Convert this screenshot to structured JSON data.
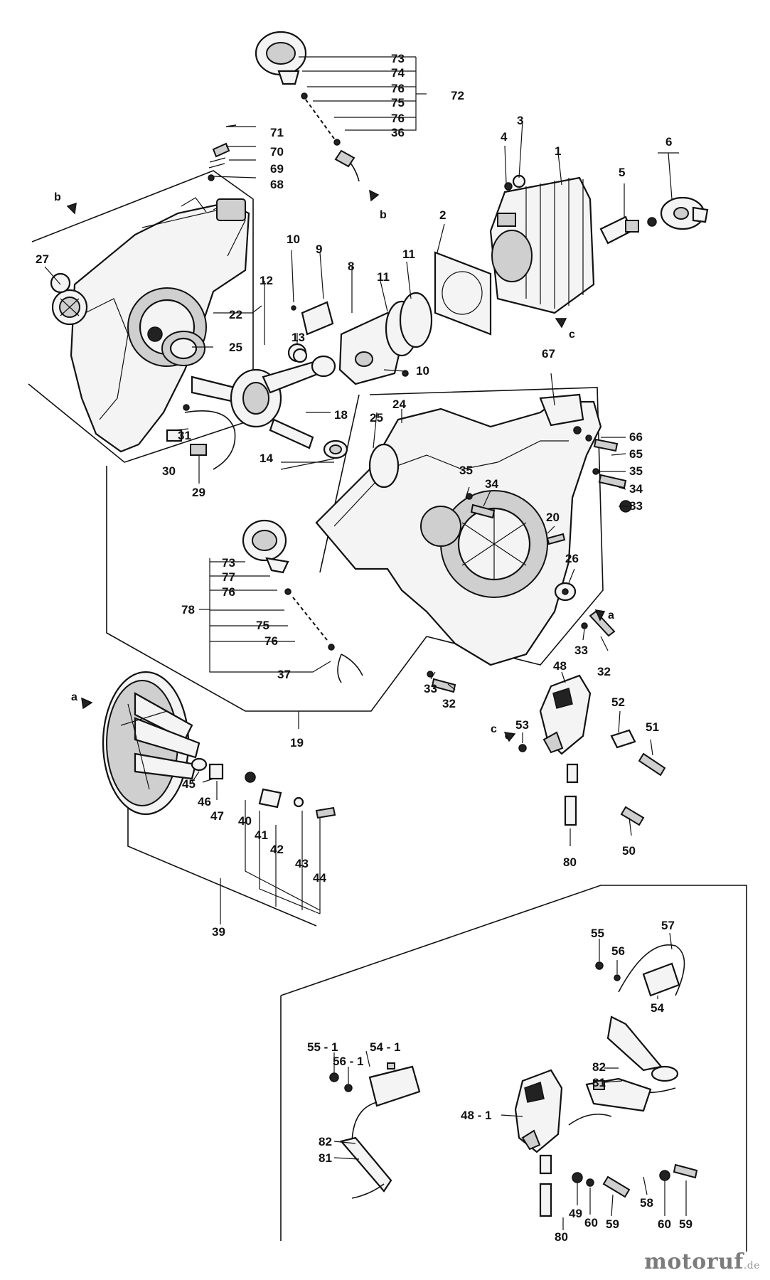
{
  "labels": {
    "p73a": "73",
    "p74": "74",
    "p76a": "76",
    "p75a": "75",
    "p76b": "76",
    "p36": "36",
    "p72": "72",
    "p71": "71",
    "p70": "70",
    "p69": "69",
    "p68": "68",
    "p3": "3",
    "p4": "4",
    "p1": "1",
    "p5": "5",
    "p6": "6",
    "p2": "2",
    "p27": "27",
    "p10a": "10",
    "p9": "9",
    "p8": "8",
    "p11a": "11",
    "p11b": "11",
    "p12": "12",
    "p22": "22",
    "p13": "13",
    "p25a": "25",
    "p10b": "10",
    "p67": "67",
    "p24": "24",
    "p25b": "25",
    "p18": "18",
    "p31": "31",
    "p30": "30",
    "p29": "29",
    "p14": "14",
    "p66": "66",
    "p65": "65",
    "p35a": "35",
    "p35b": "35",
    "p34a": "34",
    "p34b": "34",
    "p83": "83",
    "p20": "20",
    "p26": "26",
    "p73b": "73",
    "p77": "77",
    "p78": "78",
    "p76c": "76",
    "p75b": "75",
    "p76d": "76",
    "p37": "37",
    "p33a": "33",
    "p32a": "32",
    "p33b": "33",
    "p32b": "32",
    "p19": "19",
    "p48": "48",
    "p52": "52",
    "p53": "53",
    "p51": "51",
    "p50": "50",
    "p80a": "80",
    "p45": "45",
    "p46": "46",
    "p47": "47",
    "p40": "40",
    "p41": "41",
    "p42": "42",
    "p43": "43",
    "p44": "44",
    "p39": "39",
    "p55": "55",
    "p56": "56",
    "p57": "57",
    "p54": "54",
    "p551": "55 - 1",
    "p561": "56 - 1",
    "p541": "54 - 1",
    "p82a": "82",
    "p81a": "81",
    "p481": "48 - 1",
    "p82b": "82",
    "p81b": "81",
    "p49": "49",
    "p60a": "60",
    "p59a": "59",
    "p58": "58",
    "p60b": "60",
    "p59b": "59",
    "p80b": "80"
  },
  "letters": {
    "b_left": "b",
    "b_top": "b",
    "c_cyl": "c",
    "a_case": "a",
    "a_fly": "a",
    "c_coil": "c"
  },
  "watermark": {
    "main": "motoruf",
    "tld": ".de"
  }
}
